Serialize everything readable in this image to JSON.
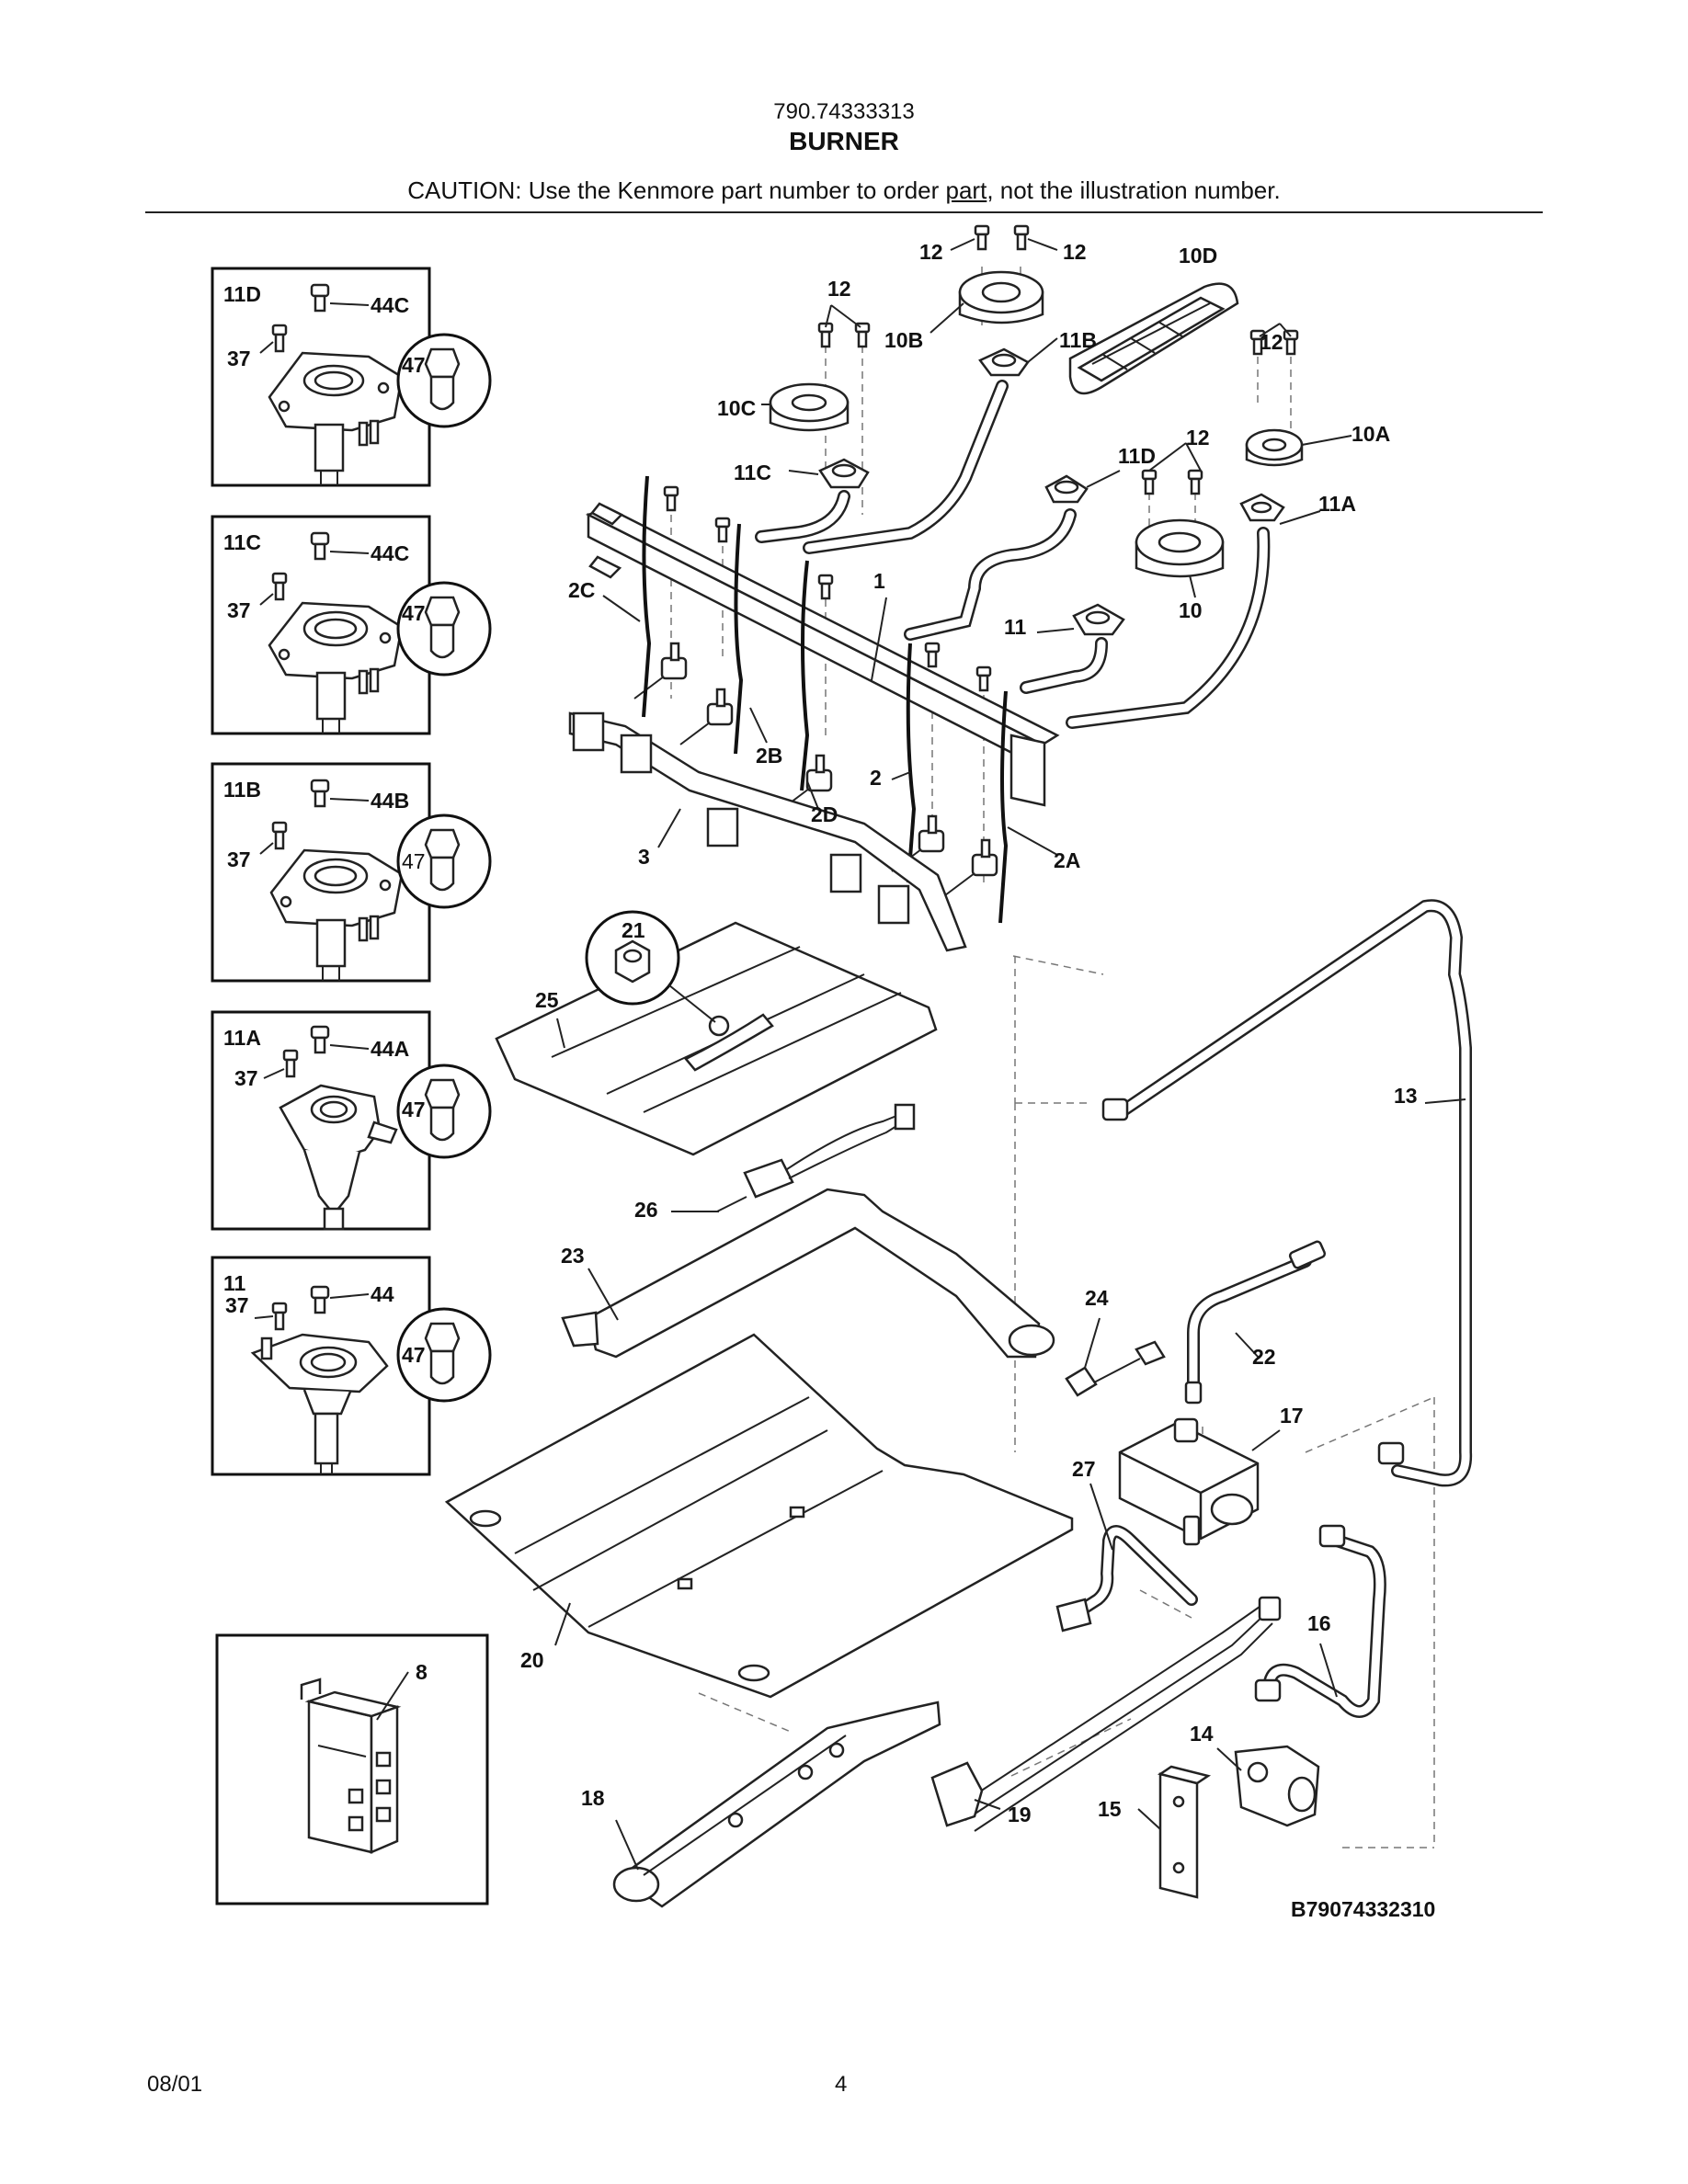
{
  "header": {
    "model_number": "790.74333313",
    "section_title": "BURNER",
    "caution_before": "CAUTION: Use the Kenmore part number to order ",
    "caution_link": "part",
    "caution_after": ", not the illustration number."
  },
  "insets": [
    {
      "head_label": "11D",
      "cap_label": "44C",
      "screw_label": "37",
      "circle_label": "47"
    },
    {
      "head_label": "11C",
      "cap_label": "44C",
      "screw_label": "37",
      "circle_label": "47"
    },
    {
      "head_label": "11B",
      "cap_label": "44B",
      "screw_label": "37",
      "circle_label": "47"
    },
    {
      "head_label": "11A",
      "cap_label": "44A",
      "screw_label": "37",
      "circle_label": "47"
    },
    {
      "head_label": "11",
      "cap_label": "44",
      "screw_label": "37",
      "circle_label": "47"
    }
  ],
  "callouts": {
    "c12a": "12",
    "c12b": "12",
    "c10D": "10D",
    "c12c": "12",
    "c10B": "10B",
    "c11B": "11B",
    "c12d": "12",
    "c10C": "10C",
    "c12e": "12",
    "c11D": "11D",
    "c10A": "10A",
    "c11C": "11C",
    "c11A": "11A",
    "c2C": "2C",
    "c1": "1",
    "c11": "11",
    "c10": "10",
    "c2B": "2B",
    "c2": "2",
    "c2D": "2D",
    "c3": "3",
    "c2A": "2A",
    "c21": "21",
    "c25": "25",
    "c13": "13",
    "c26": "26",
    "c23": "23",
    "c24": "24",
    "c22": "22",
    "c17": "17",
    "c27": "27",
    "c20": "20",
    "c8": "8",
    "c16": "16",
    "c14": "14",
    "c18": "18",
    "c15": "15",
    "c19": "19"
  },
  "diagram_code": "B79074332310",
  "footer": {
    "date": "08/01",
    "page": "4"
  }
}
